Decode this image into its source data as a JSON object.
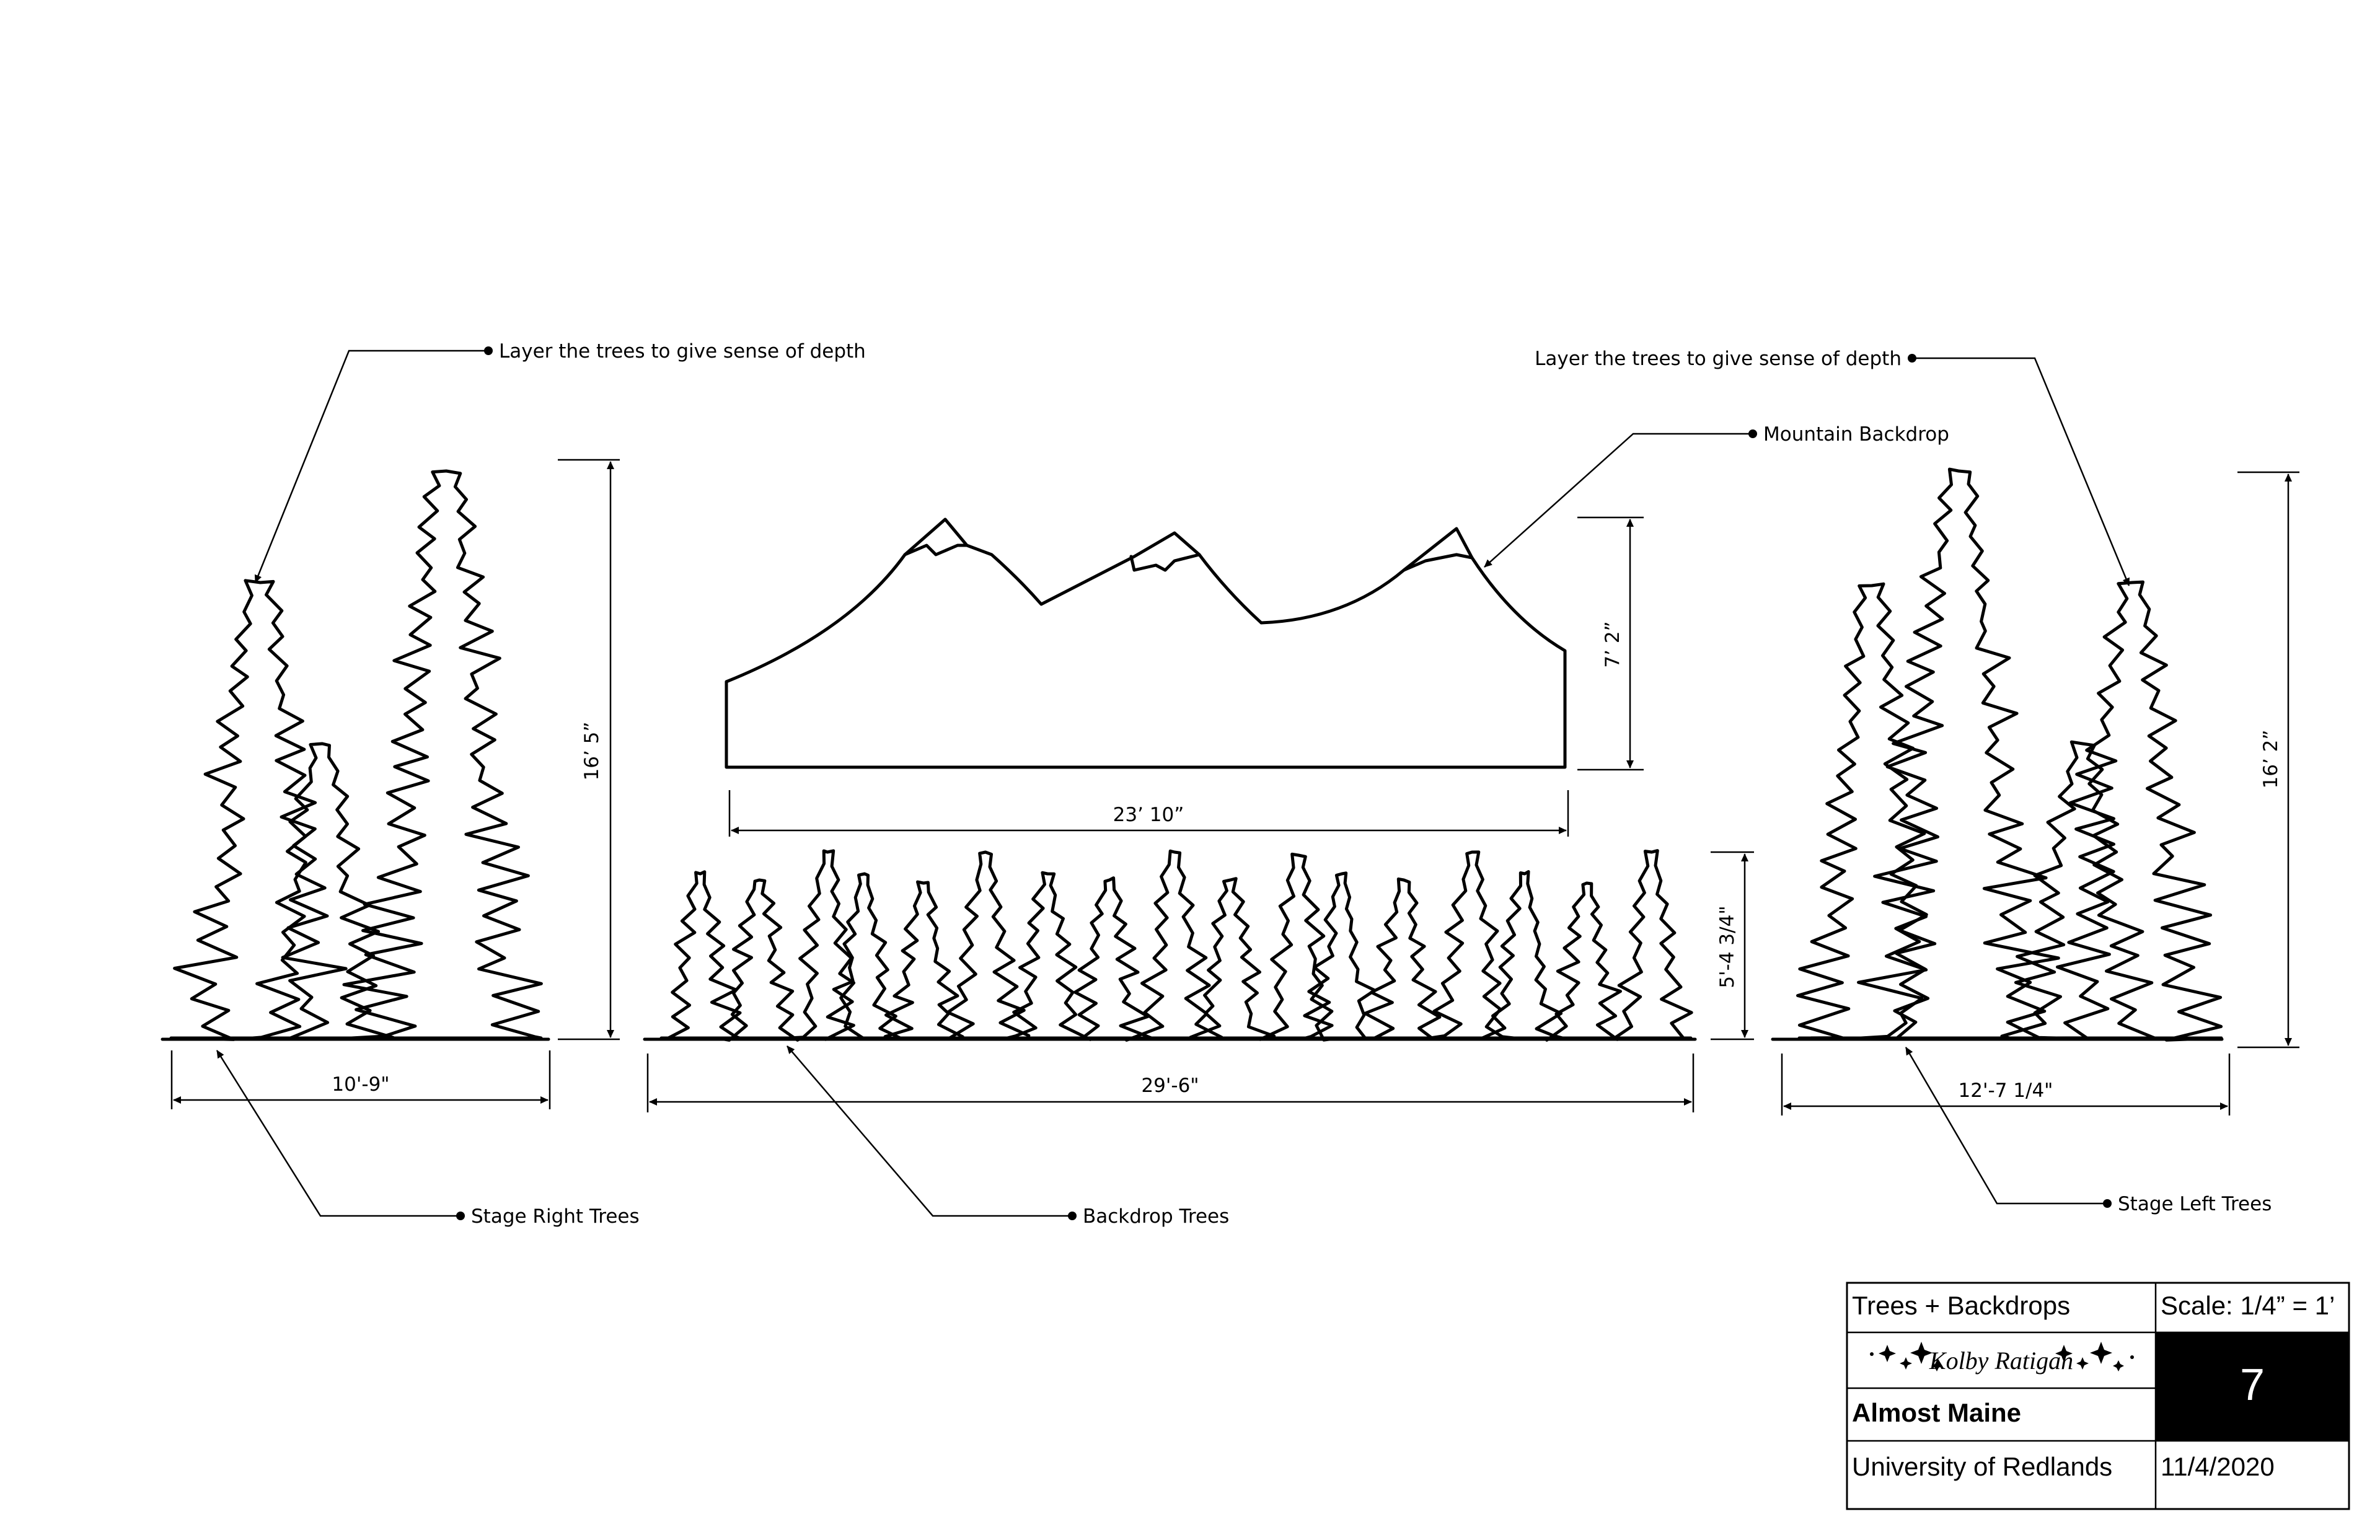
{
  "annotations": {
    "layer_left": "Layer the trees to give sense of depth",
    "layer_right": "Layer the trees to give sense of depth",
    "mountain": "Mountain Backdrop",
    "stage_right": "Stage Right Trees",
    "backdrop_trees": "Backdrop Trees",
    "stage_left": "Stage Left Trees"
  },
  "dimensions": {
    "stage_right_height": "16’ 5”",
    "stage_right_width": "10'-9\"",
    "mountain_height": "7’ 2”",
    "mountain_width": "23’ 10”",
    "backdrop_trees_height": "5'-4 3/4\"",
    "backdrop_trees_width": "29'-6\"",
    "stage_left_height": "16’ 2”",
    "stage_left_width": "12'-7 1/4\""
  },
  "title_block": {
    "drawing_title": "Trees + Backdrops",
    "scale": "Scale: 1/4” = 1’",
    "designer": "Kolby Ratigan",
    "show": "Almost Maine",
    "venue": "University of Redlands",
    "date": "11/4/2020",
    "sheet_number": "7"
  },
  "colors": {
    "ink": "#000000",
    "paper": "#ffffff"
  }
}
